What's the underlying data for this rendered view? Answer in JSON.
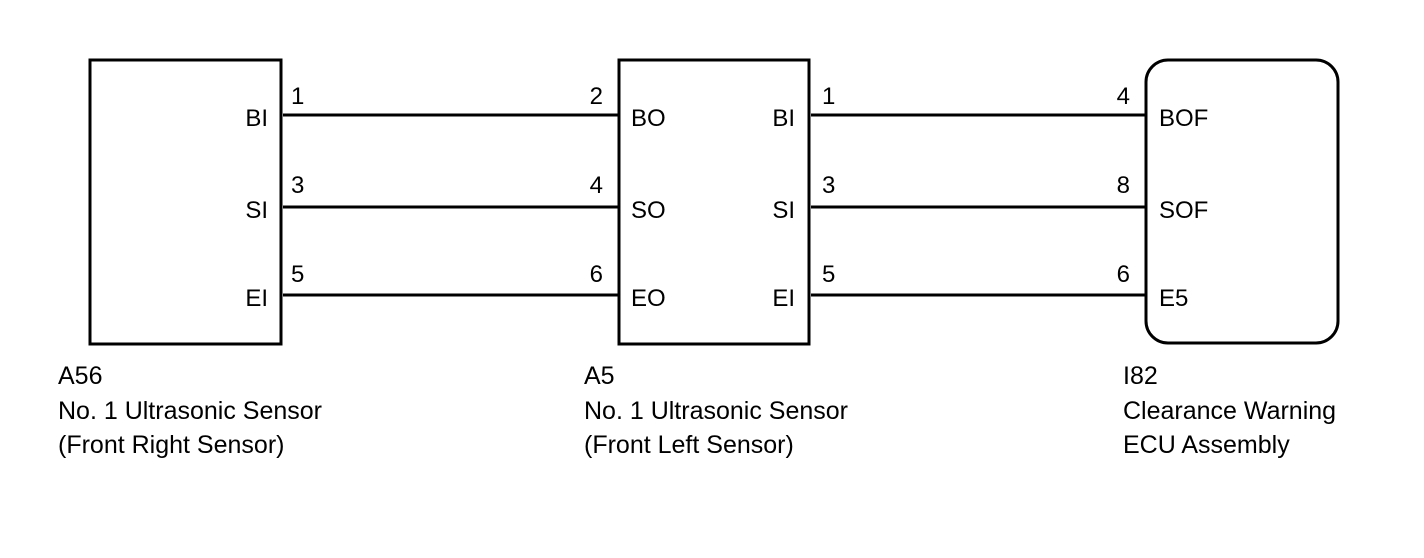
{
  "components": [
    {
      "id": "A56",
      "name": "No. 1 Ultrasonic Sensor",
      "desc": "(Front Right Sensor)",
      "right_terminals": [
        "BI",
        "SI",
        "EI"
      ],
      "right_pins": [
        "1",
        "3",
        "5"
      ]
    },
    {
      "id": "A5",
      "name": "No. 1 Ultrasonic Sensor",
      "desc": "(Front Left Sensor)",
      "left_terminals": [
        "BO",
        "SO",
        "EO"
      ],
      "left_pins": [
        "2",
        "4",
        "6"
      ],
      "right_terminals": [
        "BI",
        "SI",
        "EI"
      ],
      "right_pins": [
        "1",
        "3",
        "5"
      ]
    },
    {
      "id": "I82",
      "name": "Clearance Warning",
      "desc": "ECU Assembly",
      "left_terminals": [
        "BOF",
        "SOF",
        "E5"
      ],
      "left_pins": [
        "4",
        "8",
        "6"
      ]
    }
  ],
  "connections": [
    {
      "from": "A56-1 BI",
      "to": "A5-2 BO"
    },
    {
      "from": "A56-3 SI",
      "to": "A5-4 SO"
    },
    {
      "from": "A56-5 EI",
      "to": "A5-6 EO"
    },
    {
      "from": "A5-1 BI",
      "to": "I82-4 BOF"
    },
    {
      "from": "A5-3 SI",
      "to": "I82-8 SOF"
    },
    {
      "from": "A5-5 EI",
      "to": "I82-6 E5"
    }
  ],
  "colors": {
    "stroke": "#000000",
    "background": "#ffffff"
  }
}
